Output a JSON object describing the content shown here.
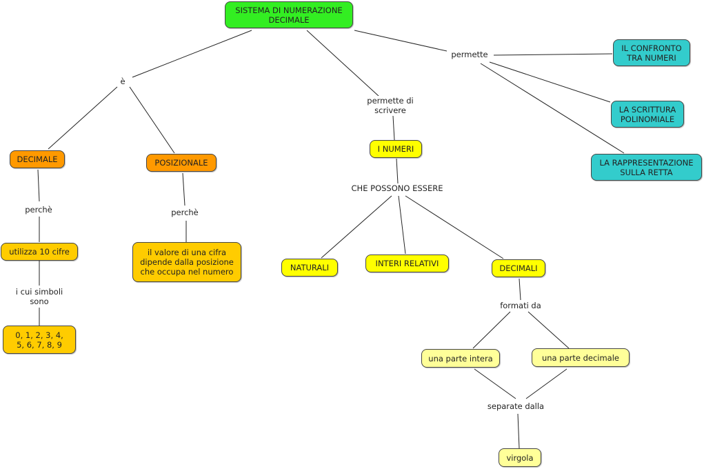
{
  "title": "SISTEMA DI NUMERAZIONE DECIMALE",
  "colors": {
    "root": "#33ee22",
    "orange": "#ff9900",
    "gold": "#ffcc00",
    "yellow": "#ffff00",
    "pale_yellow": "#ffff99",
    "teal": "#33cccc"
  },
  "nodes": {
    "root": "SISTEMA DI NUMERAZIONE\nDECIMALE",
    "decimale": "DECIMALE",
    "posizionale": "POSIZIONALE",
    "utilizza": "utilizza 10 cifre",
    "cifre": "0, 1, 2, 3, 4,\n5, 6, 7, 8, 9",
    "valore": "il valore di una cifra\ndipende dalla posizione\nche occupa nel numero",
    "numeri": "I NUMERI",
    "naturali": "NATURALI",
    "interi": "INTERI RELATIVI",
    "decimali": "DECIMALI",
    "intera": "una parte intera",
    "decimale_parte": "una parte decimale",
    "virgola": "virgola",
    "confronto": "IL CONFRONTO\nTRA NUMERI",
    "scrittura": "LA SCRITTURA\nPOLINOMIALE",
    "rappresentazione": "LA RAPPRESENTAZIONE\nSULLA RETTA"
  },
  "links": {
    "e": "è",
    "perche1": "perchè",
    "perche2": "perchè",
    "simboli": "i cui simboli\nsono",
    "permette_scrivere": "permette di\nscrivere",
    "possono": "CHE POSSONO ESSERE",
    "formati": "formati da",
    "separate": "separate dalla",
    "permette": "permette"
  }
}
